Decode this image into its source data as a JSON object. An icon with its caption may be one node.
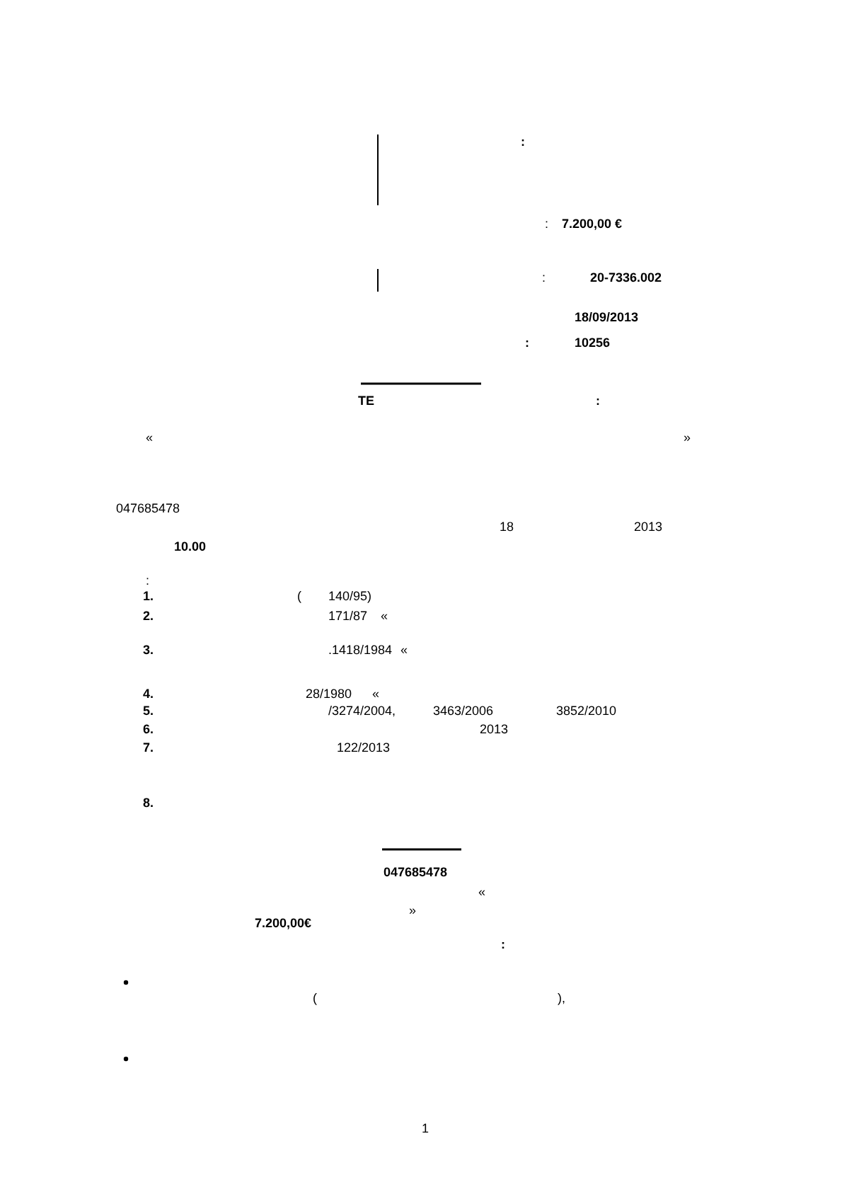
{
  "diagram": {
    "labels": [
      ":",
      ":",
      "7.200,00 €",
      ":",
      "20-7336.002",
      "18/09/2013",
      ":",
      "10256",
      "TE",
      ":",
      "«",
      "»",
      "047685478",
      "18",
      "2013",
      "10.00",
      ":",
      "1.",
      "(",
      "140/95)",
      "2.",
      "171/87",
      "«",
      "3.",
      ".1418/1984",
      "«",
      "4.",
      "28/1980",
      "«",
      "5.",
      "/3274/2004,",
      "3463/2006",
      "3852/2010",
      "6.",
      "2013",
      "7.",
      "122/2013",
      "8.",
      "047685478",
      "«",
      "»",
      "7.200,00€",
      ":",
      "(",
      "),",
      "1"
    ]
  }
}
